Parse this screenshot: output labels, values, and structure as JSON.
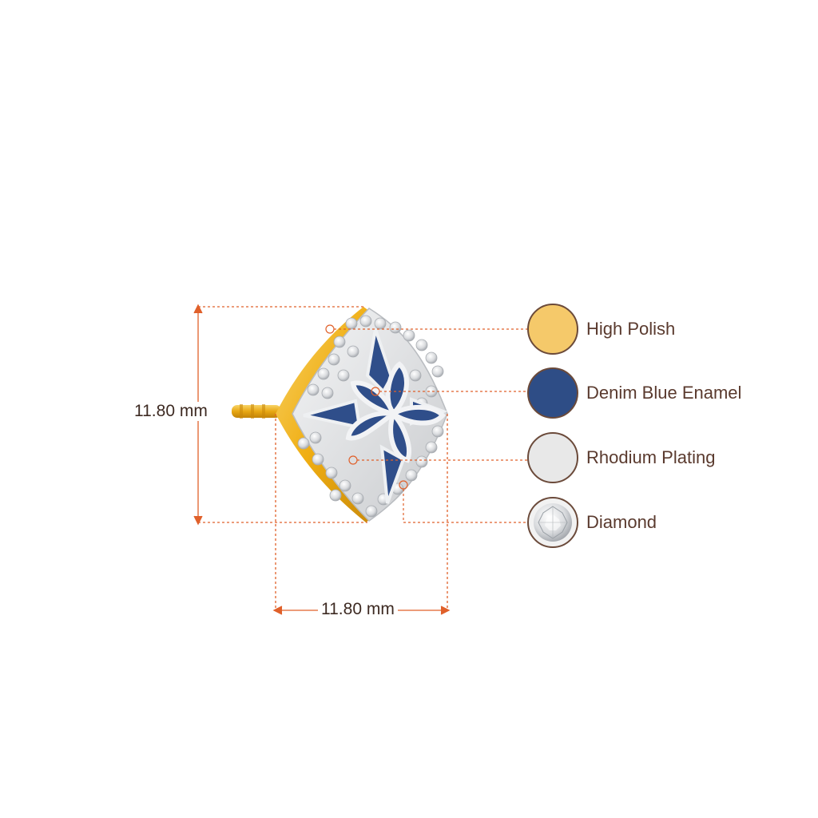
{
  "dimensions": {
    "height_label": "11.80 mm",
    "width_label": "11.80 mm"
  },
  "legend": [
    {
      "label": "High Polish",
      "color": "#f5c96a",
      "icon": "high-polish-swatch"
    },
    {
      "label": "Denim Blue Enamel",
      "color": "#2e4d86",
      "icon": "denim-blue-enamel-swatch"
    },
    {
      "label": "Rhodium Plating",
      "color": "#e8e8e8",
      "icon": "rhodium-plating-swatch"
    },
    {
      "label": "Diamond",
      "color": "#ececec",
      "icon": "diamond-swatch"
    }
  ],
  "colors": {
    "dimension_line": "#e0602a",
    "gold": "#f2b21a",
    "enamel": "#2f4e8a",
    "rhodium": "#e3e4e6"
  }
}
